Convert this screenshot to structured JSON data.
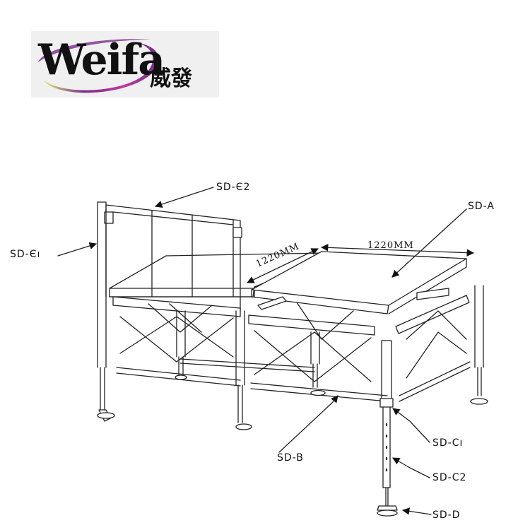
{
  "logo": {
    "brand_en": "Weifa",
    "brand_zh": "威發"
  },
  "diagram": {
    "labels": {
      "sd_e2": "SD-Є2",
      "sd_a": "SD-A",
      "sd_e1": "SD-Єı",
      "sd_b": "SD-B",
      "sd_c1": "SD-Cı",
      "sd_c2": "SD-C2",
      "sd_d": "SD-D"
    },
    "dimensions": {
      "width": "1220MM",
      "depth": "1220MM"
    }
  },
  "colors": {
    "line": "#222222",
    "logo_bg": "#f0f0f0",
    "swoosh_purple": "#7a2b8f",
    "swoosh_green": "#9ac23c"
  }
}
